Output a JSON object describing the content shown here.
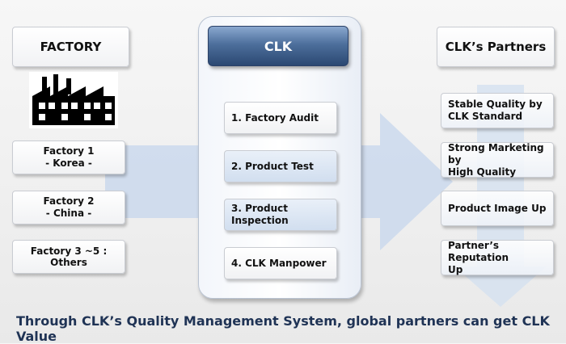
{
  "factory": {
    "title": "FACTORY",
    "items": [
      "Factory 1\n- Korea -",
      "Factory 2\n- China -",
      "Factory 3 ~5 : Others"
    ]
  },
  "clk": {
    "title": "CLK",
    "steps": [
      "1. Factory Audit",
      "2. Product Test",
      "3. Product Inspection",
      "4. CLK Manpower"
    ]
  },
  "partners": {
    "title": "CLK’s Partners",
    "items": [
      "Stable Quality by\nCLK  Standard",
      "Strong Marketing by\nHigh Quality",
      "Product Image Up",
      "Partner’s Reputation\nUp"
    ]
  },
  "footer": "Through CLK’s Quality Management System, global partners can get CLK Value",
  "colors": {
    "arrow": "#c5d6ec",
    "header_top": "#8aa8cf",
    "header_bottom": "#2b4872",
    "footer_text": "#1f3355"
  },
  "icons": {
    "factory": "factory-icon"
  }
}
